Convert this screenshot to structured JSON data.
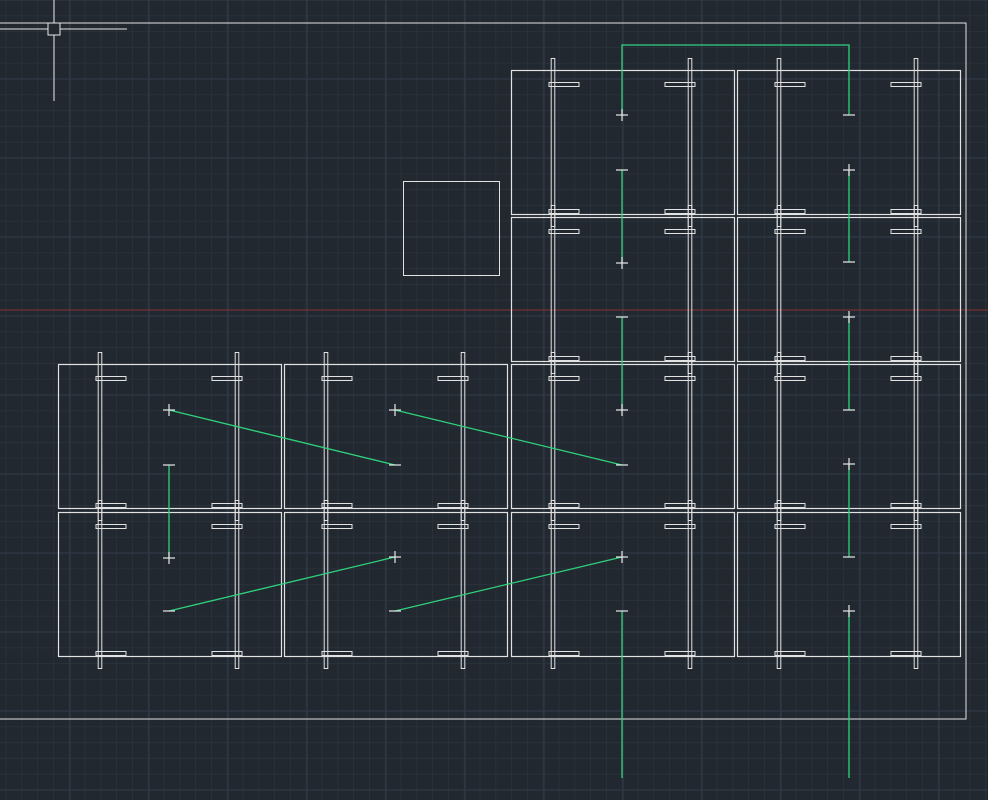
{
  "canvas": {
    "background": "#212830",
    "grid_minor_color": "#2a313b",
    "grid_major_color": "#323b4a",
    "outline_color": "#e2e2e2",
    "wire_color": "#2fd27c",
    "axis_color": "#8a2f36",
    "cursor_color": "#e8e8e8"
  },
  "drawing": {
    "module_rows": 4,
    "module_columns": 4,
    "empty_slots": [
      "row-1-col-1",
      "row-1-col-2",
      "row-2-col-1",
      "row-2-col-2"
    ],
    "module_count": 12
  }
}
